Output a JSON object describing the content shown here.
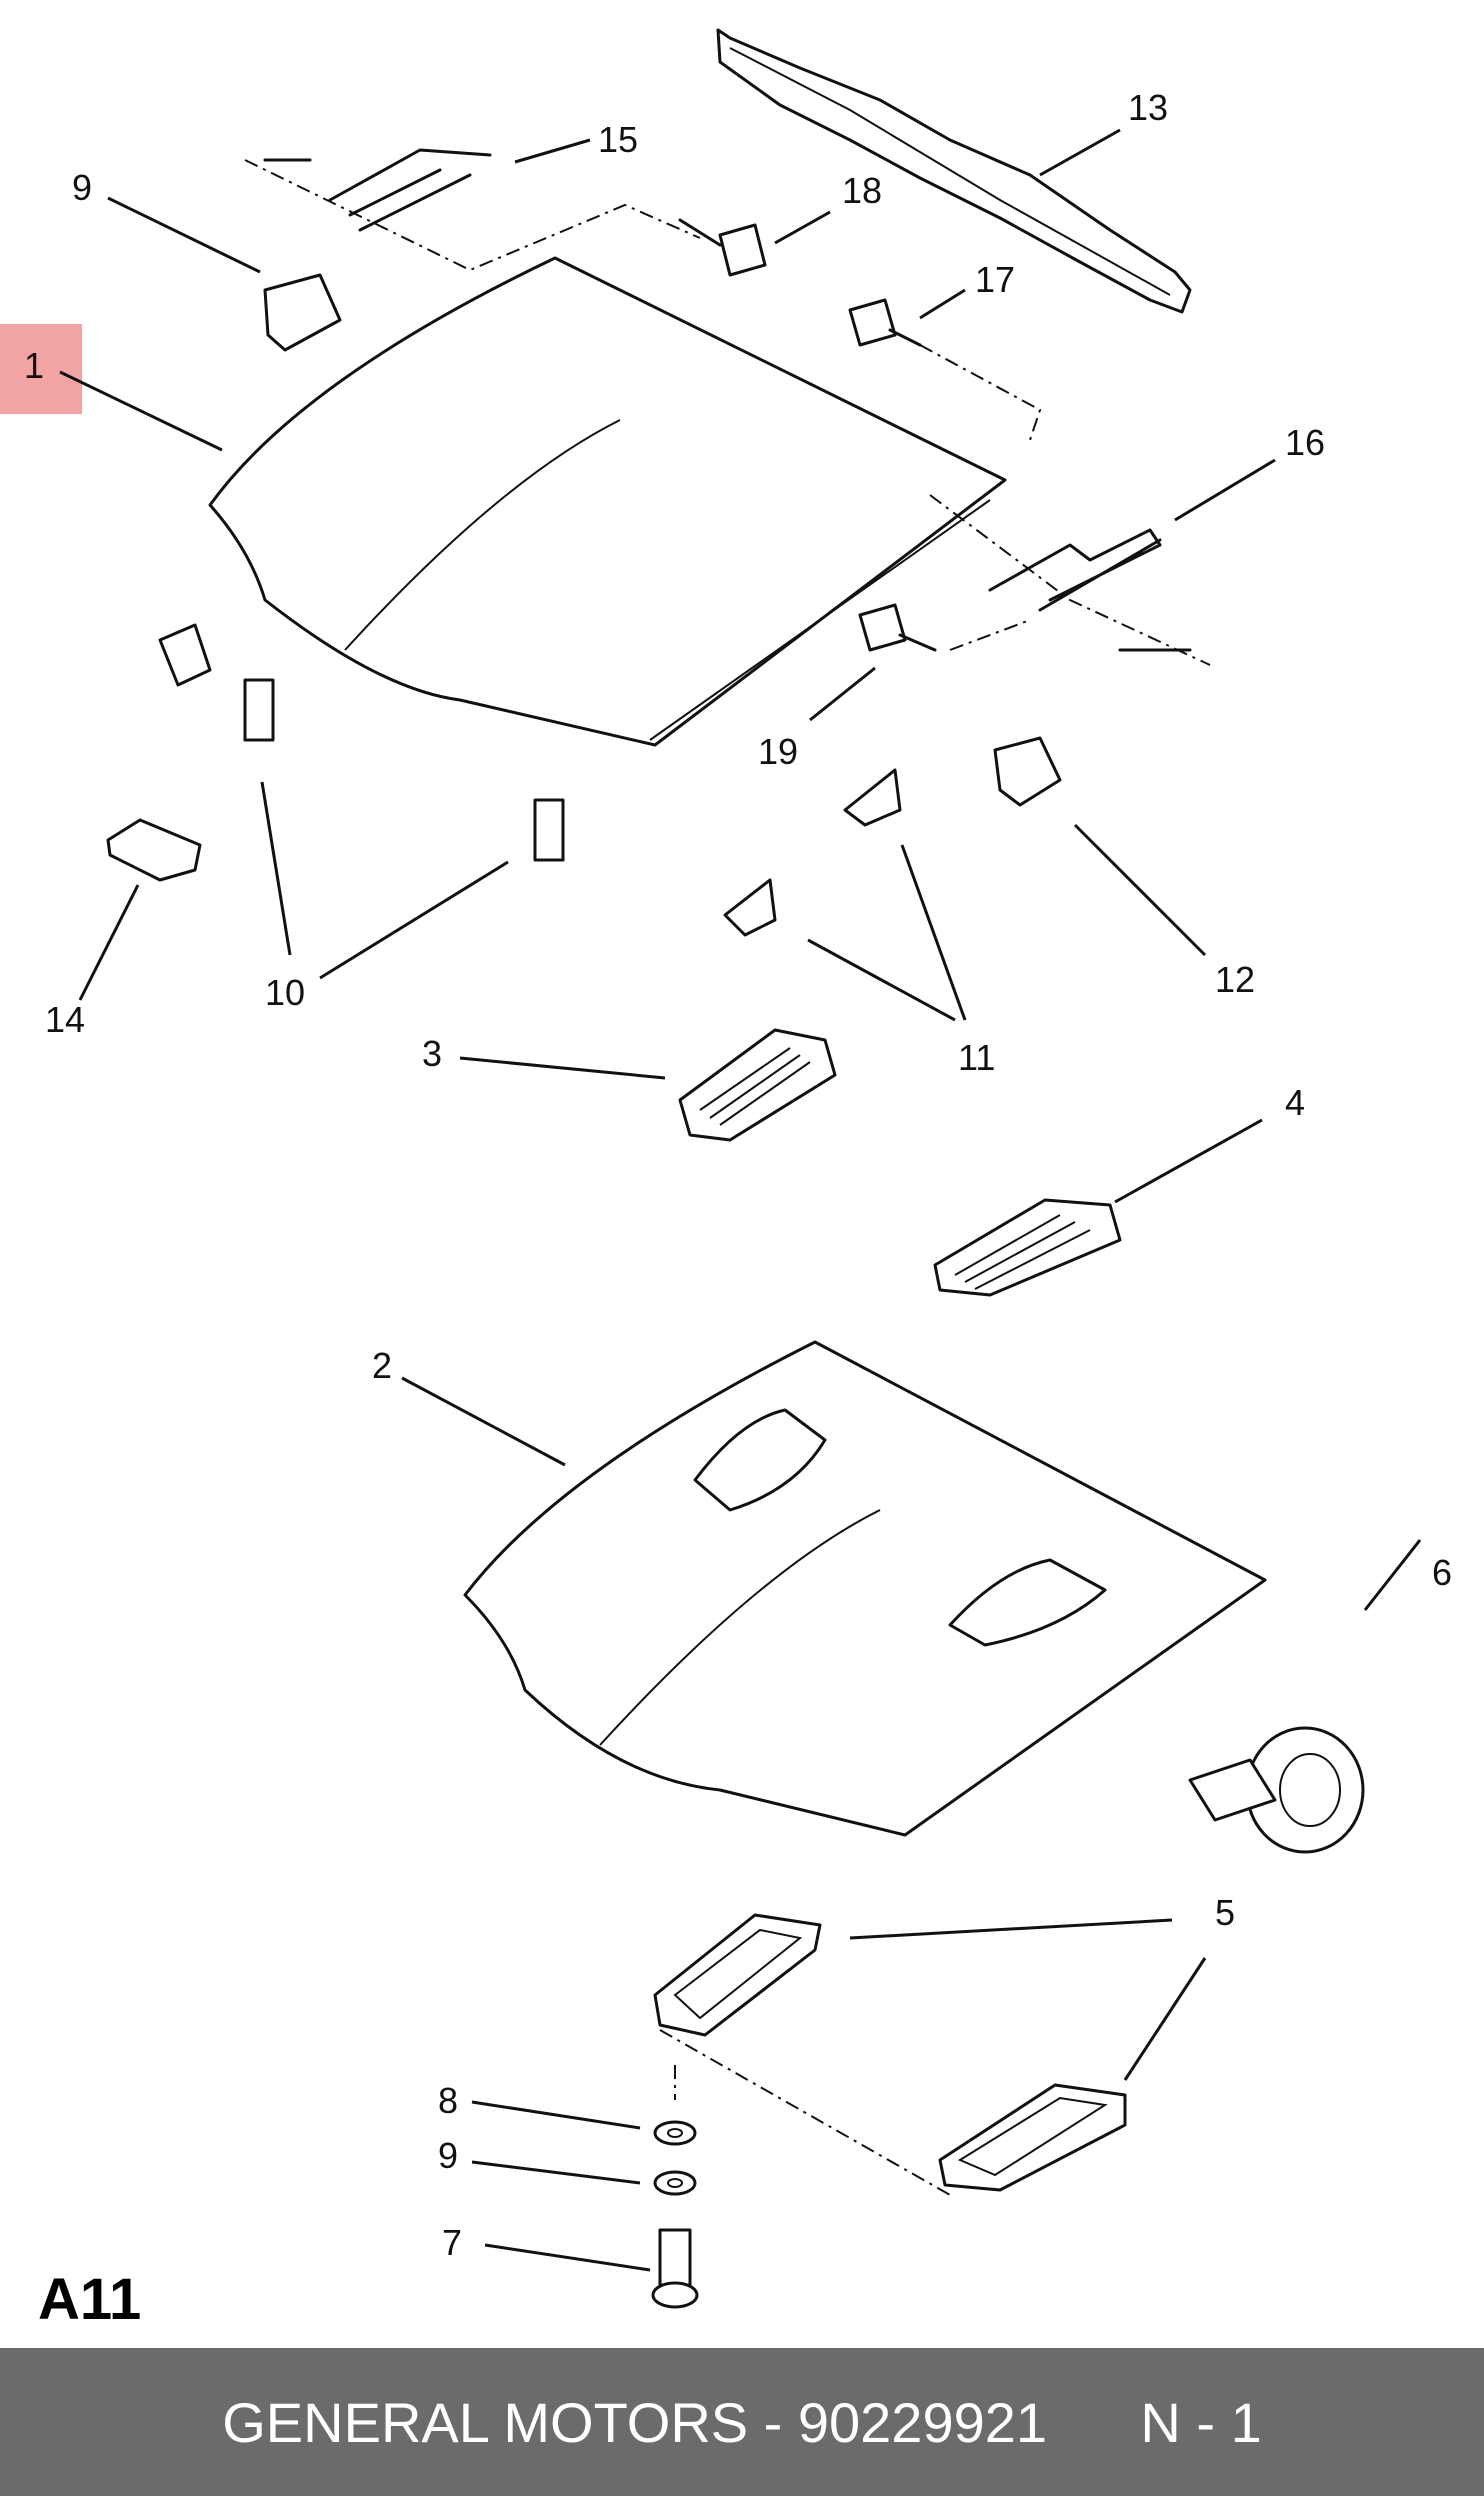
{
  "diagram": {
    "section_code": "A11",
    "callouts": [
      "1",
      "2",
      "3",
      "4",
      "5",
      "6",
      "7",
      "8",
      "9",
      "9",
      "10",
      "11",
      "12",
      "13",
      "14",
      "15",
      "16",
      "17",
      "18",
      "19"
    ]
  },
  "footer": {
    "brand": "GENERAL MOTORS",
    "separator": " - ",
    "part_number": "90229921",
    "gap": "      ",
    "position_label": "N - 1"
  }
}
